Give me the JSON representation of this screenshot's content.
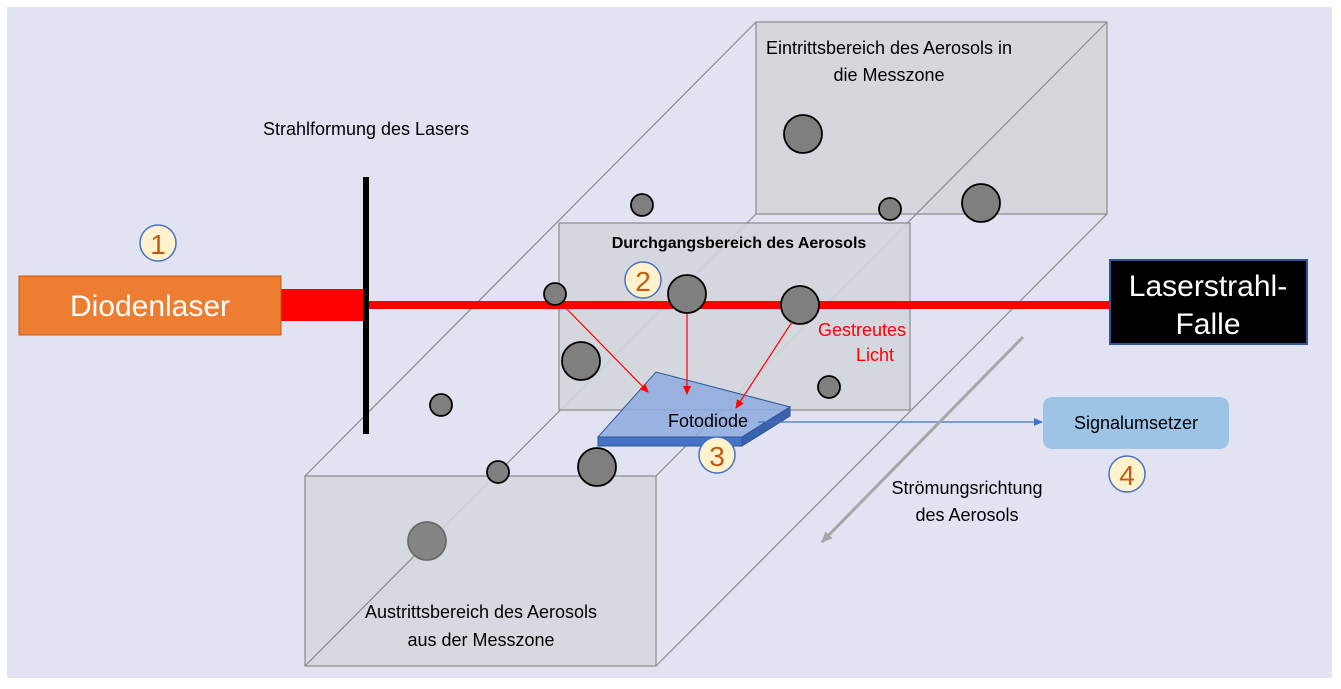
{
  "labels": {
    "beam_shaping": "Strahlformung des Lasers",
    "entry_line1": "Eintrittsbereich des Aerosols in",
    "entry_line2": "die Messzone",
    "passage": "Durchgangsbereich des Aerosols",
    "exit_line1": "Austrittsbereich des Aerosols",
    "exit_line2": "aus der Messzone",
    "scattered_line1": "Gestreutes",
    "scattered_line2": "Licht",
    "flow_line1": "Strömungsrichtung",
    "flow_line2": "des Aerosols"
  },
  "components": {
    "laser": "Diodenlaser",
    "trap_line1": "Laserstrahl-",
    "trap_line2": "Falle",
    "photodiode": "Fotodiode",
    "converter": "Signalumsetzer"
  },
  "markers": {
    "one": "1",
    "two": "2",
    "three": "3",
    "four": "4"
  },
  "colors": {
    "background": "#e1e3f2",
    "laser_box": "#ed7d31",
    "beam": "#ff0000",
    "trap_box": "#000000",
    "photodiode": "#6f96e0",
    "converter": "#9dc3e6",
    "particle": "#7f7f7f",
    "marker_fill": "#fff2cc",
    "marker_text": "#c55a11",
    "scatter_arrow": "#ff0000",
    "signal_arrow": "#4472c4"
  }
}
